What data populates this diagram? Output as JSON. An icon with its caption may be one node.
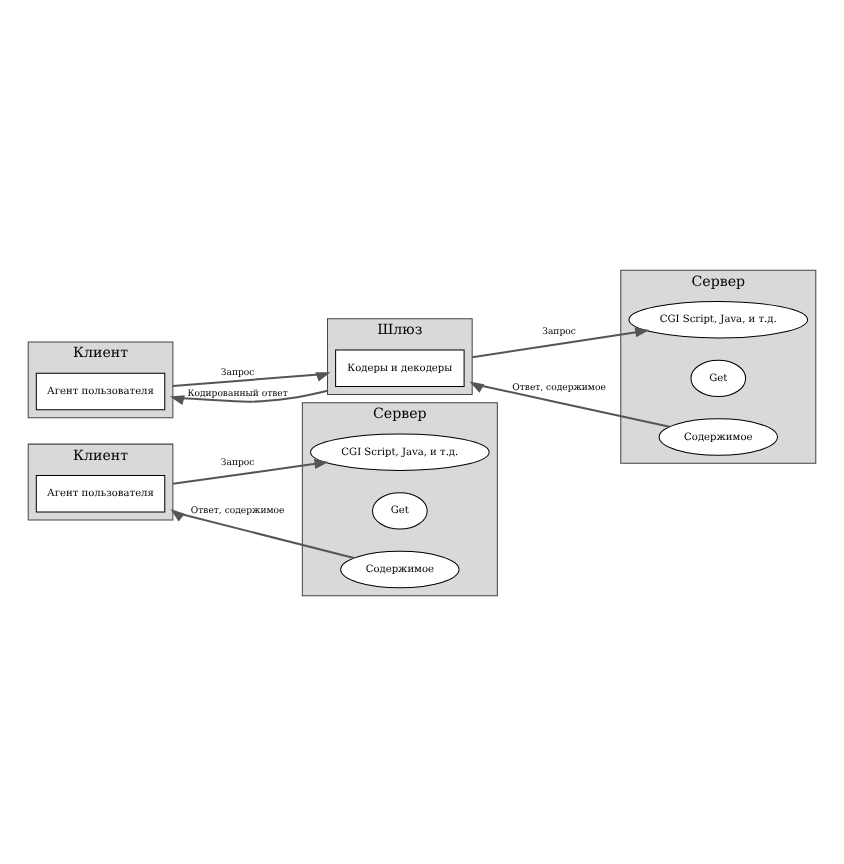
{
  "diagram": {
    "nodes": [
      {
        "text": [
          "Клиент"
        ]
      },
      {
        "text": [
          "Агент пользователя"
        ],
        "in": 0
      },
      {
        "text": [
          "Сервер"
        ]
      },
      {
        "text": [
          "CGI Script, Java, и т.д."
        ],
        "in": 2
      },
      {
        "text": [
          "Get"
        ],
        "in": 2
      },
      {
        "text": [
          "Содержимое"
        ],
        "in": 2
      },
      {
        "text": [
          "Клиент"
        ]
      },
      {
        "text": [
          "Агент пользователя"
        ],
        "in": 6
      },
      {
        "text": [
          "Шлюз"
        ]
      },
      {
        "text": [
          "Кодеры и декодеры"
        ],
        "in": 8
      },
      {
        "text": [
          "Сервер"
        ]
      },
      {
        "text": [
          "CGI Script, Java, и т.д."
        ],
        "in": 10
      },
      {
        "text": [
          "Get"
        ],
        "in": 10
      },
      {
        "text": [
          "Содержимое"
        ],
        "in": 10
      }
    ],
    "edges": [
      {
        "from": 0,
        "to": 3,
        "arrow": "to",
        "label": "Запрос"
      },
      {
        "from": 5,
        "to": 0,
        "arrow": "to",
        "label": "Ответ, содержимое"
      },
      {
        "from": 6,
        "to": 8,
        "arrow": "to",
        "label": "Запрос"
      },
      {
        "from": 8,
        "to": 11,
        "arrow": "to",
        "label": "Запрос"
      },
      {
        "from": 13,
        "to": 8,
        "arrow": "to",
        "label": "Ответ, содержимое"
      },
      {
        "from": 8,
        "to": 6,
        "arrow": "to",
        "label": "Кодированный ответ"
      }
    ]
  }
}
